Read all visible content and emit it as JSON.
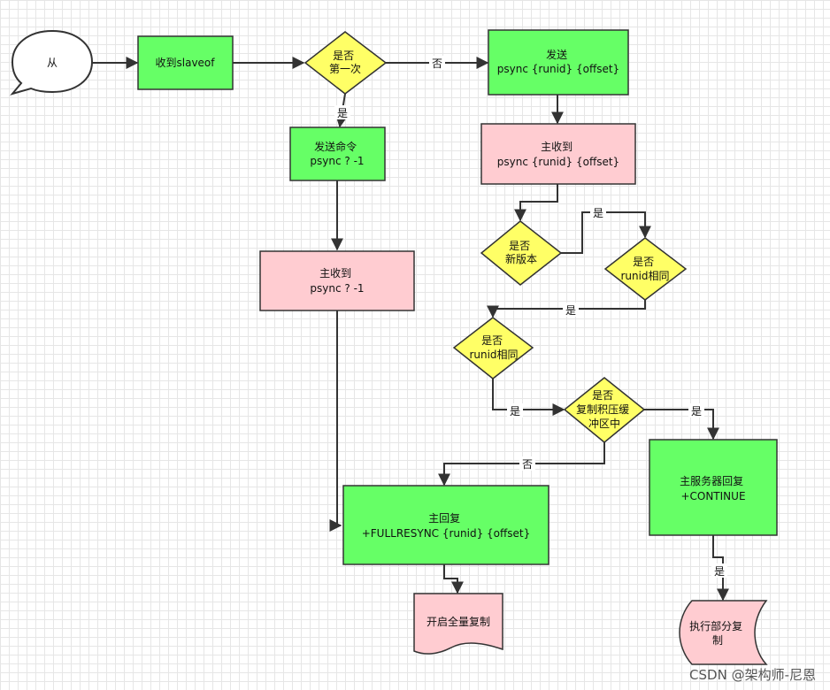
{
  "colors": {
    "green": "#66ff66",
    "pink": "#ffccd1",
    "yellow": "#ffff66",
    "stroke": "#333333"
  },
  "nodes": {
    "start": [
      "从"
    ],
    "recv_slaveof": [
      "收到slaveof"
    ],
    "first_time": [
      "是否",
      "第一次"
    ],
    "send_runid": [
      "发送",
      "psync  {runid}  {offset}"
    ],
    "send_psync_q": [
      "发送命令",
      "psync ? -1"
    ],
    "master_recv_runid": [
      "主收到",
      "psync  {runid}  {offset}"
    ],
    "new_version": [
      "是否",
      "新版本"
    ],
    "runid_same_1": [
      "是否",
      "runid相同"
    ],
    "master_recv_q": [
      "主收到",
      "psync ? -1"
    ],
    "runid_same_2": [
      "是否",
      "runid相同"
    ],
    "in_backlog": [
      "是否",
      "复制积压缓",
      "冲区中"
    ],
    "master_reply_full": [
      "主回复",
      "+FULLRESYNC  {runid}  {offset}"
    ],
    "master_reply_continue": [
      "主服务器回复",
      "+CONTINUE"
    ],
    "full_copy": [
      "开启全量复制"
    ],
    "partial_copy": [
      "执行部分复",
      "制"
    ]
  },
  "edge_labels": {
    "no_1": "否",
    "yes_1": "是",
    "yes_2": "是",
    "yes_3": "是",
    "yes_4": "是",
    "yes_5": "是",
    "no_2": "否",
    "yes_6": "是"
  },
  "watermark": "CSDN @架构师-尼恩"
}
